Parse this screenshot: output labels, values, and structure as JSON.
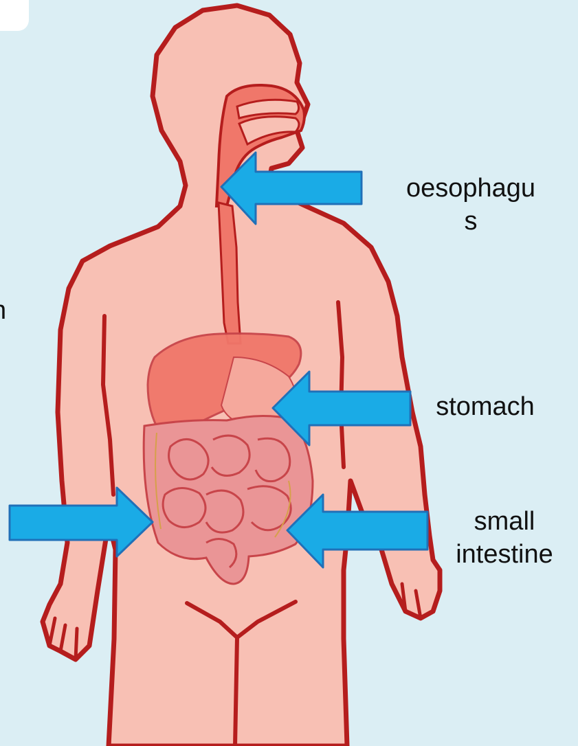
{
  "labels": {
    "oesophagus_line1": "oesophagu",
    "oesophagus_line2": "s",
    "stomach": "stomach",
    "small_intestine_line1": "small",
    "small_intestine_line2": "intestine",
    "cut_off_left": "n"
  },
  "colors": {
    "background": "#dbeef4",
    "skin": "#f8c0b4",
    "outline": "#b51d1d",
    "liver": "#f0776a",
    "intestine": "#e88a8c",
    "arrow": "#1aabe6",
    "arrow_edge": "#2070b8",
    "text": "#111111"
  }
}
